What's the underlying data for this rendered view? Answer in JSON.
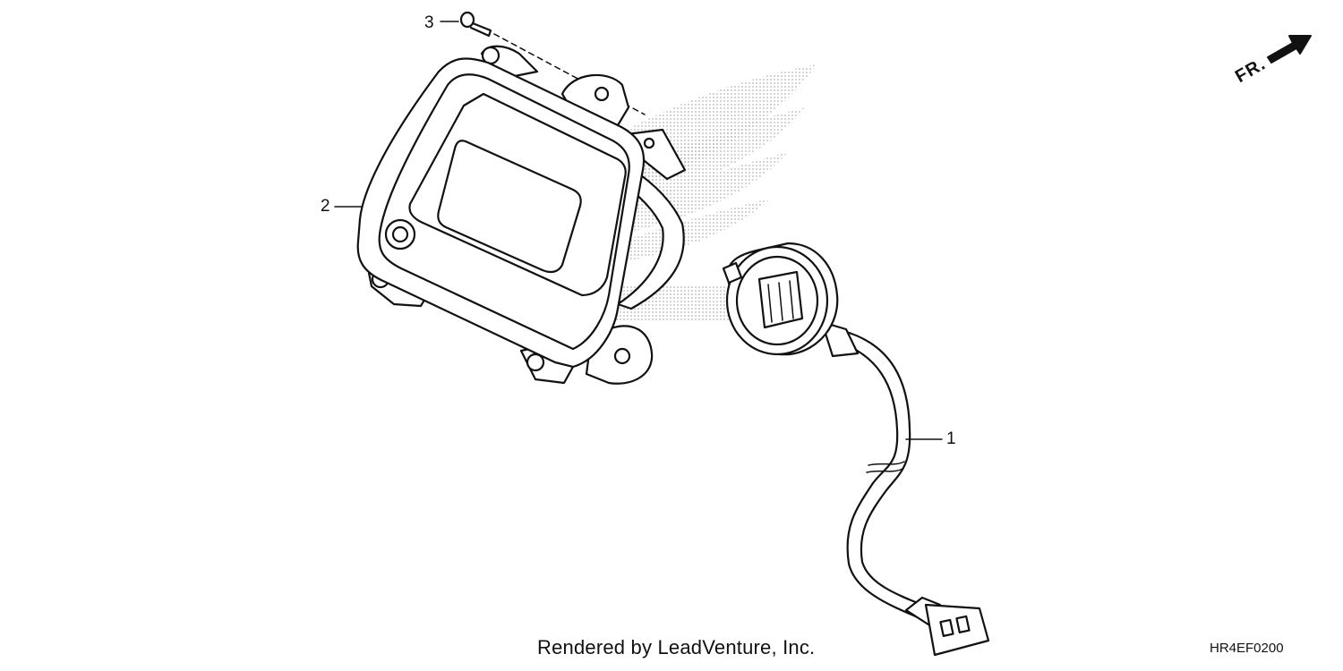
{
  "callouts": {
    "part1": "1",
    "part2": "2",
    "part3": "3"
  },
  "direction_marker": {
    "label": "FR.",
    "icon": "front-direction-arrow-icon"
  },
  "watermark": {
    "icon": "honda-wing-logo-watermark",
    "color": "#bdbdbd"
  },
  "footer": {
    "credit": "Rendered by LeadVenture, Inc.",
    "diagram_code": "HR4EF0200"
  },
  "colors": {
    "line": "#111111",
    "background": "#ffffff"
  }
}
